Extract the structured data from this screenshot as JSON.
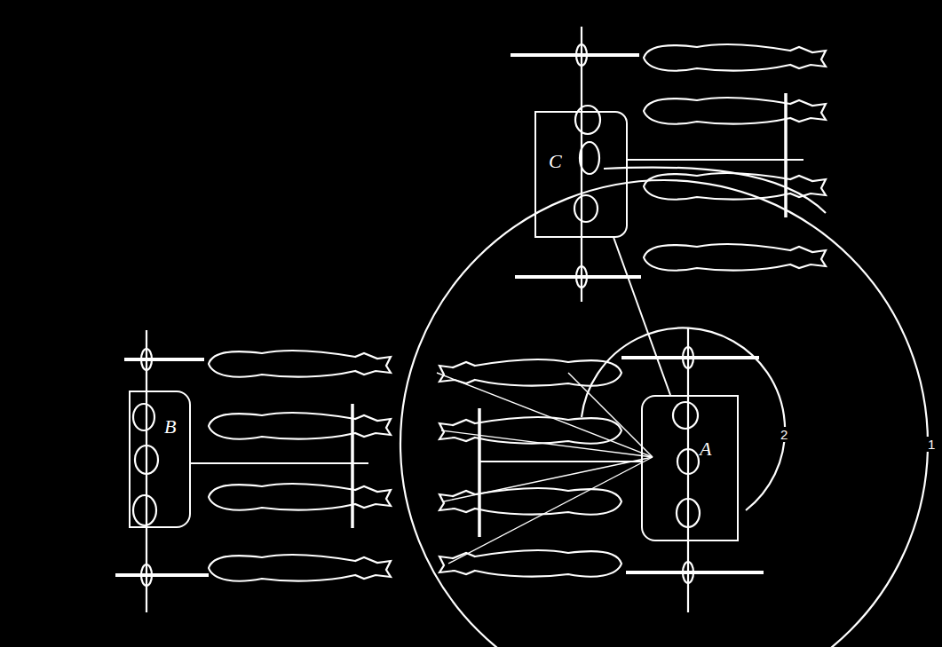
{
  "diagram": {
    "nodes": [
      {
        "text": [
          "C"
        ]
      },
      {
        "text": [
          "B"
        ]
      },
      {
        "text": [
          "A"
        ]
      }
    ],
    "edges": [
      {
        "from": 0,
        "to": 2,
        "arrow": "none"
      }
    ],
    "labels": [
      "2",
      "1"
    ]
  }
}
